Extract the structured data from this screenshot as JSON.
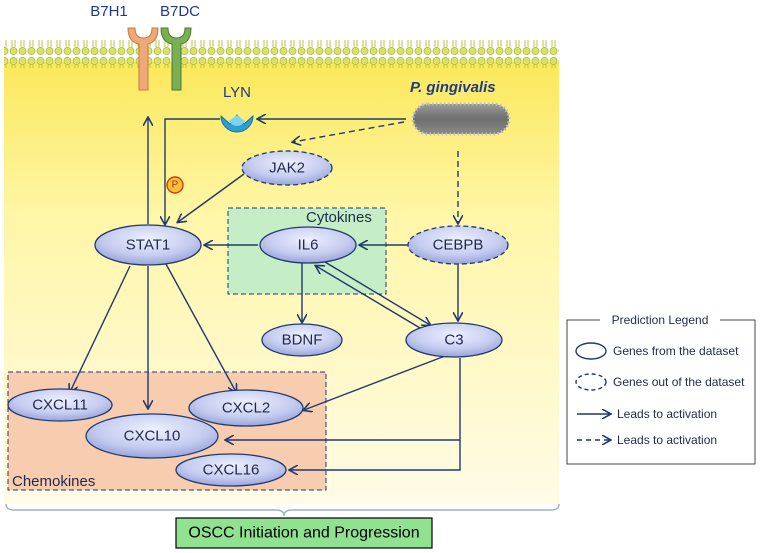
{
  "receptors": {
    "b7h1": "B7H1",
    "b7dc": "B7DC"
  },
  "pathogen": {
    "label": "P. gingivalis"
  },
  "nodes": {
    "lyn": "LYN",
    "jak2": "JAK2",
    "p": "P",
    "stat1": "STAT1",
    "il6": "IL6",
    "cebpb": "CEBPB",
    "bdnf": "BDNF",
    "c3": "C3",
    "cxcl11": "CXCL11",
    "cxcl10": "CXCL10",
    "cxcl2": "CXCL2",
    "cxcl16": "CXCL16"
  },
  "groups": {
    "cytokines": "Cytokines",
    "chemokines": "Chemokines"
  },
  "legend": {
    "title": "Prediction Legend",
    "items": [
      {
        "label": "Genes from the dataset",
        "symbol": "solid-ellipse"
      },
      {
        "label": "Genes out of the dataset",
        "symbol": "dashed-ellipse"
      },
      {
        "label": "Leads to activation",
        "symbol": "solid-arrow"
      },
      {
        "label": "Leads to activation",
        "symbol": "dashed-arrow"
      }
    ]
  },
  "outcome": {
    "label": "OSCC Initiation and Progression"
  },
  "colors": {
    "node_fill": "#b4bee8",
    "edge": "#1f3a6e",
    "cytoplasm": "#fdf27a",
    "membrane": "#c7d94a",
    "cytokines_box": "#c8f0c8",
    "chemokines_box": "#f8cdb0",
    "outcome_box": "#8ee08e",
    "lyn": "#2b9fd6",
    "b7h1": "#e8a87a",
    "b7dc": "#6aa04a"
  }
}
